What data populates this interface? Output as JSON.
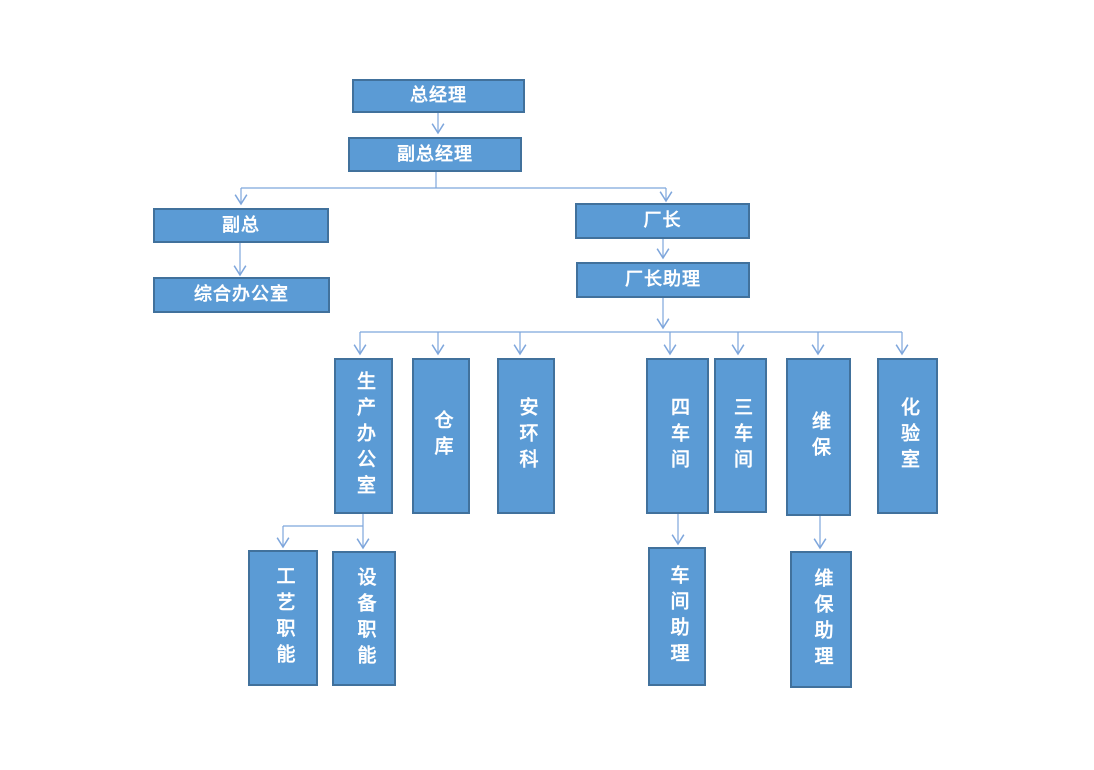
{
  "page": {
    "background": "#ffffff"
  },
  "org_chart": {
    "type": "org-tree-diagram",
    "colors": {
      "box_fill": "#5b9bd5",
      "box_border": "#41719c",
      "connector": "#7ea6dc",
      "text": "#ffffff",
      "background": "#ffffff"
    },
    "nodes": {
      "general_manager": {
        "label": "总经理",
        "reports_to": null
      },
      "deputy_general_manager": {
        "label": "副总经理",
        "reports_to": "general_manager"
      },
      "deputy_gm": {
        "label": "副总",
        "reports_to": "deputy_general_manager"
      },
      "general_office": {
        "label": "综合办公室",
        "reports_to": "deputy_gm"
      },
      "factory_director": {
        "label": "厂长",
        "reports_to": "deputy_general_manager"
      },
      "director_assistant": {
        "label": "厂长助理",
        "reports_to": "factory_director"
      },
      "production_office": {
        "label": "生产办公室",
        "reports_to": "director_assistant"
      },
      "warehouse": {
        "label": "仓库",
        "reports_to": "director_assistant"
      },
      "safety_env_section": {
        "label": "安环科",
        "reports_to": "director_assistant"
      },
      "workshop_4": {
        "label": "四车间",
        "reports_to": "director_assistant"
      },
      "workshop_3": {
        "label": "三车间",
        "reports_to": "director_assistant"
      },
      "maintenance": {
        "label": "维保",
        "reports_to": "director_assistant"
      },
      "laboratory": {
        "label": "化验室",
        "reports_to": "director_assistant"
      },
      "process_function": {
        "label": "工艺职能",
        "reports_to": "production_office"
      },
      "equipment_function": {
        "label": "设备职能",
        "reports_to": "production_office"
      },
      "workshop_assistant": {
        "label": "车间助理",
        "reports_to": "workshop_4"
      },
      "maintenance_assistant": {
        "label": "维保助理",
        "reports_to": "maintenance"
      }
    }
  }
}
